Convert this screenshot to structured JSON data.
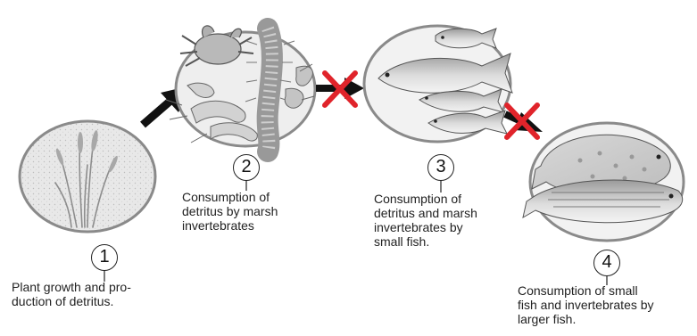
{
  "stages": [
    {
      "number": "1",
      "caption": "Plant growth and pro-\nduction of detritus.",
      "subject": "marsh grass and detritus"
    },
    {
      "number": "2",
      "caption": "Consumption of\ndetritus by marsh\ninvertebrates",
      "subject": "crab, shrimp, worm and amphipods"
    },
    {
      "number": "3",
      "caption": "Consumption of\ndetritus and marsh\ninvertebrates by\nsmall fish.",
      "subject": "killifish and minnows"
    },
    {
      "number": "4",
      "caption": "Consumption of small\nfish and invertebrates by\nlarger fish.",
      "subject": "flounder and striped bass"
    }
  ],
  "links": [
    {
      "from": "1",
      "to": "2",
      "status": "intact",
      "symbol": "black-arrow"
    },
    {
      "from": "2",
      "to": "3",
      "status": "broken",
      "symbol": "red-x"
    },
    {
      "from": "3",
      "to": "4",
      "status": "broken",
      "symbol": "red-x"
    }
  ],
  "colors": {
    "cross": "#e0242b",
    "arrow": "#111111",
    "ring": "#8a8a8a",
    "fill": "#e9e9e9"
  }
}
